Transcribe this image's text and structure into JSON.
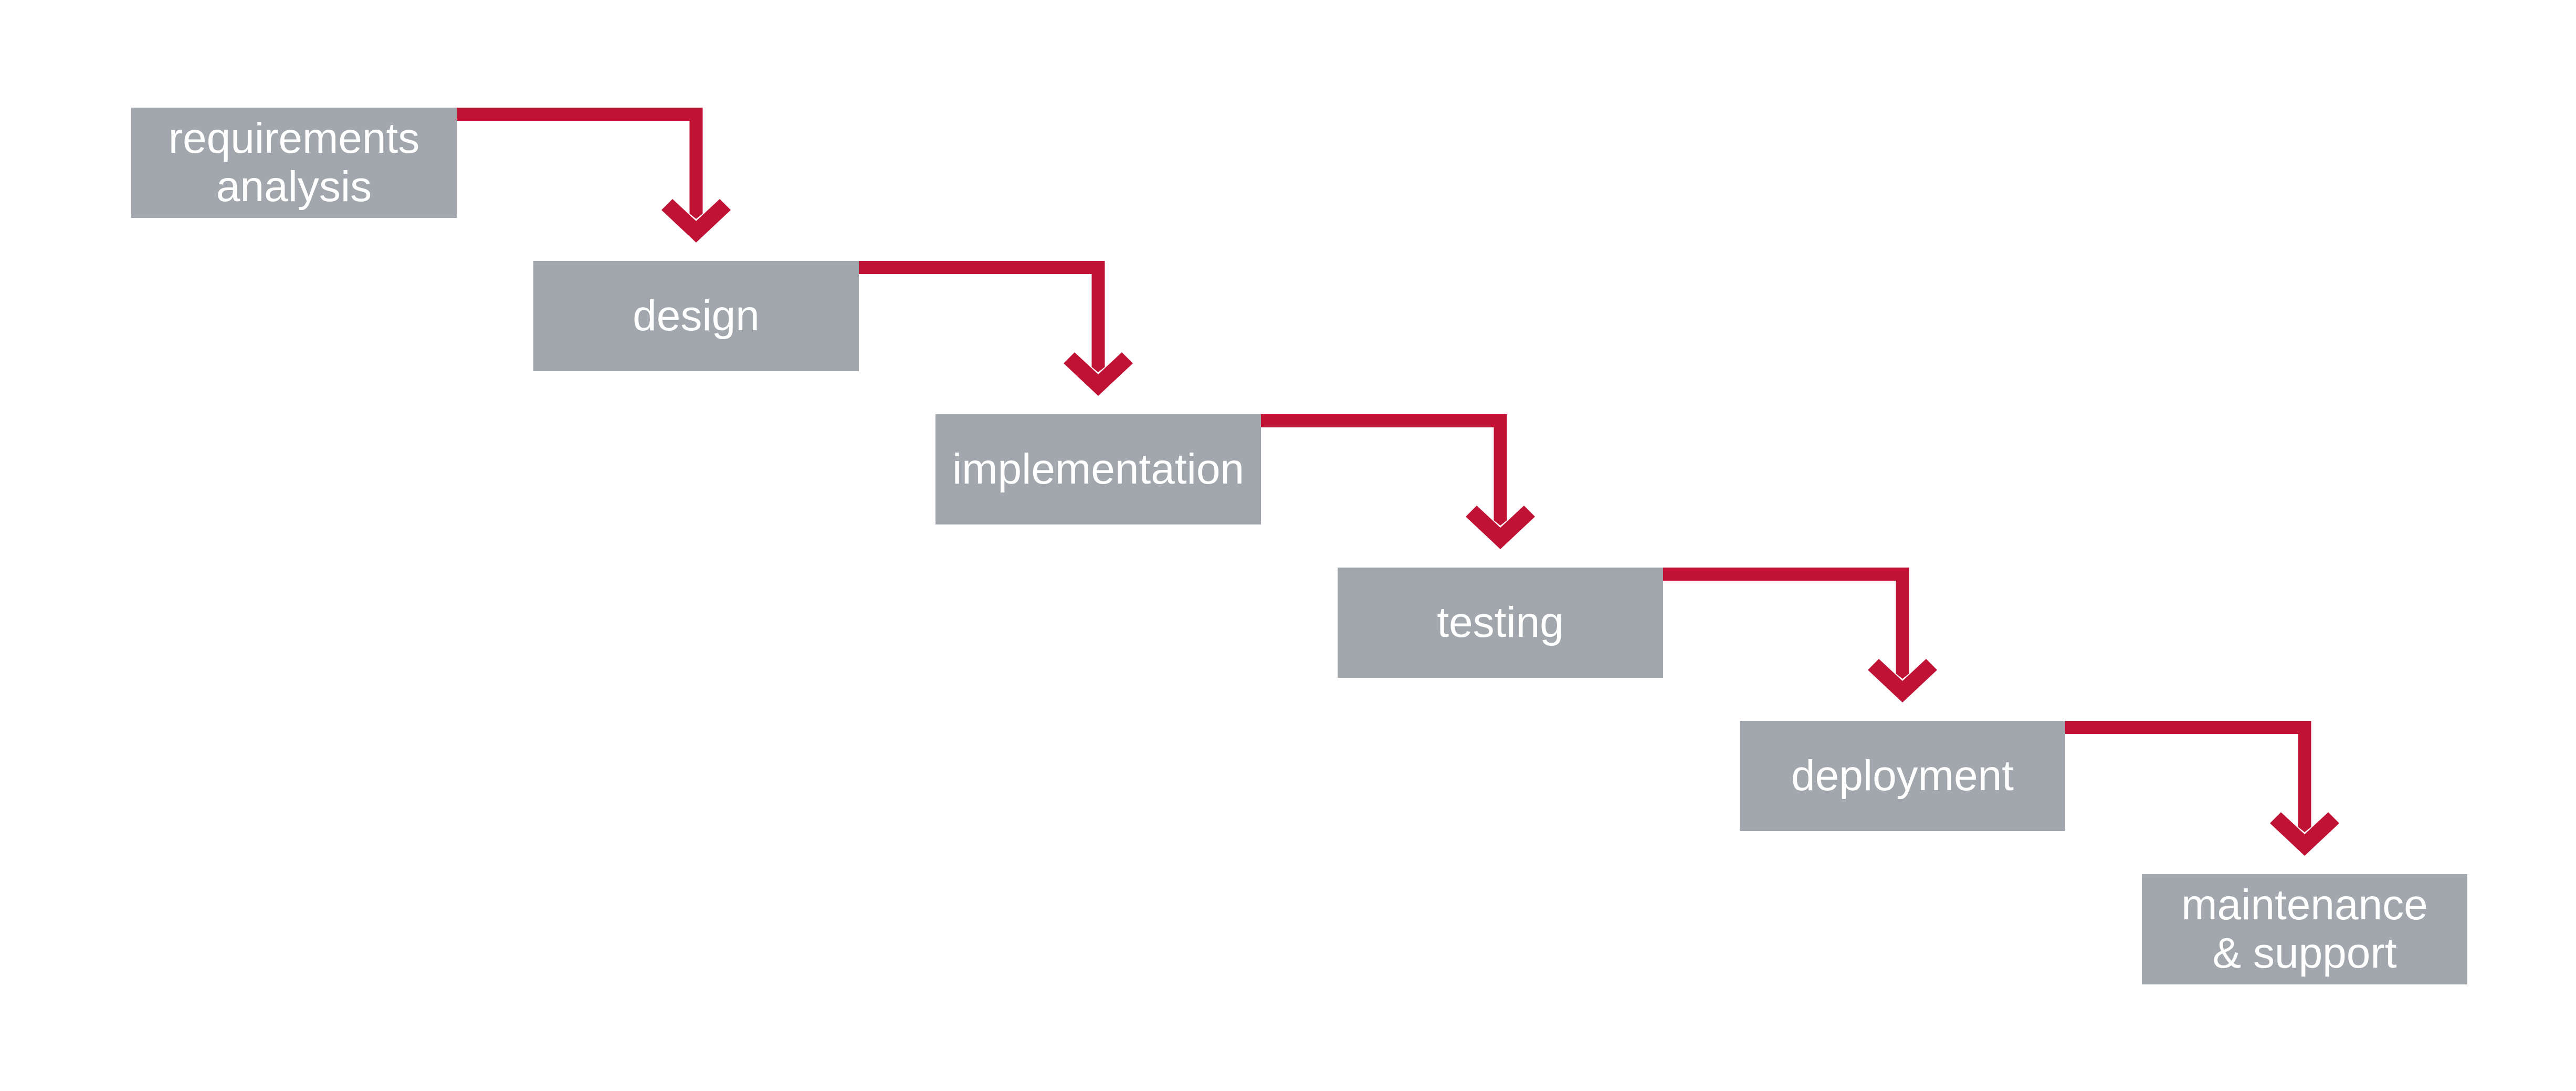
{
  "diagram": {
    "kind": "waterfall-process-flow",
    "stages": [
      {
        "id": "requirements-analysis",
        "lines": [
          "requirements",
          "analysis"
        ]
      },
      {
        "id": "design",
        "lines": [
          "design"
        ]
      },
      {
        "id": "implementation",
        "lines": [
          "implementation"
        ]
      },
      {
        "id": "testing",
        "lines": [
          "testing"
        ]
      },
      {
        "id": "deployment",
        "lines": [
          "deployment"
        ]
      },
      {
        "id": "maintenance-support",
        "lines": [
          "maintenance",
          "& support"
        ]
      }
    ],
    "colors": {
      "background": "#ffffff",
      "box_fill": "#a1a7ad",
      "arrow": "#c01235",
      "label_text": "#ffffff"
    }
  }
}
